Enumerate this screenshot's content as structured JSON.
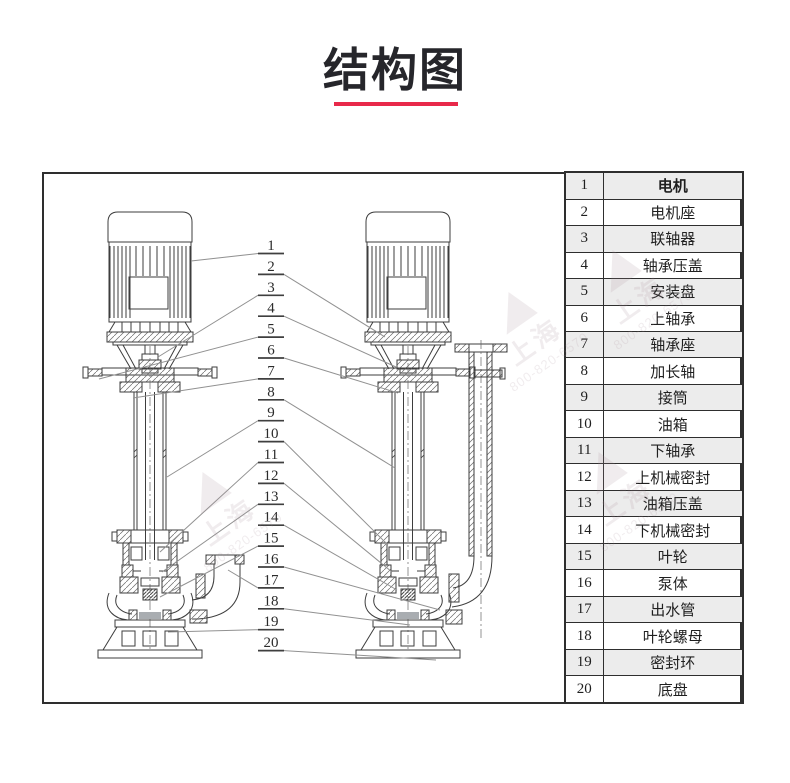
{
  "title": {
    "text": "结构图"
  },
  "colors": {
    "accent_red": "#e8294a",
    "title_text": "#26262b",
    "drawing_line": "#3d3d3d",
    "table_shade": "#ececec",
    "table_border": "#2e2e2e"
  },
  "watermark": {
    "brand": "上海",
    "phone": "800-820-6570"
  },
  "parts": [
    {
      "num": "1",
      "name": "电机"
    },
    {
      "num": "2",
      "name": "电机座"
    },
    {
      "num": "3",
      "name": "联轴器"
    },
    {
      "num": "4",
      "name": "轴承压盖"
    },
    {
      "num": "5",
      "name": "安装盘"
    },
    {
      "num": "6",
      "name": "上轴承"
    },
    {
      "num": "7",
      "name": "轴承座"
    },
    {
      "num": "8",
      "name": "加长轴"
    },
    {
      "num": "9",
      "name": "接筒"
    },
    {
      "num": "10",
      "name": "油箱"
    },
    {
      "num": "11",
      "name": "下轴承"
    },
    {
      "num": "12",
      "name": "上机械密封"
    },
    {
      "num": "13",
      "name": "油箱压盖"
    },
    {
      "num": "14",
      "name": "下机械密封"
    },
    {
      "num": "15",
      "name": "叶轮"
    },
    {
      "num": "16",
      "name": "泵体"
    },
    {
      "num": "17",
      "name": "出水管"
    },
    {
      "num": "18",
      "name": "叶轮螺母"
    },
    {
      "num": "19",
      "name": "密封环"
    },
    {
      "num": "20",
      "name": "底盘"
    }
  ]
}
